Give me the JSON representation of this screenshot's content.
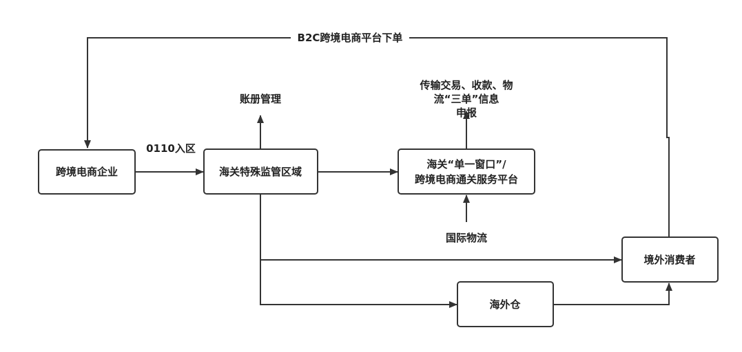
{
  "nodes": {
    "enterprise": "跨境电商企业",
    "zone": "海关特殊监管区域",
    "platform_line1": "海关“单一窗口”/",
    "platform_line2": "跨境电商通关服务平台",
    "consumer": "境外消费者",
    "warehouse": "海外仓"
  },
  "labels": {
    "b2c_order": "B2C跨境电商平台下单",
    "inbound": "0110入区",
    "ledger": "账册管理",
    "declare_line1": "传输交易、收款、物",
    "declare_line2": "流“三单”信息",
    "declare_line3": "申报",
    "logistics": "国际物流"
  },
  "colors": {
    "stroke": "#333333",
    "background": "#ffffff"
  }
}
